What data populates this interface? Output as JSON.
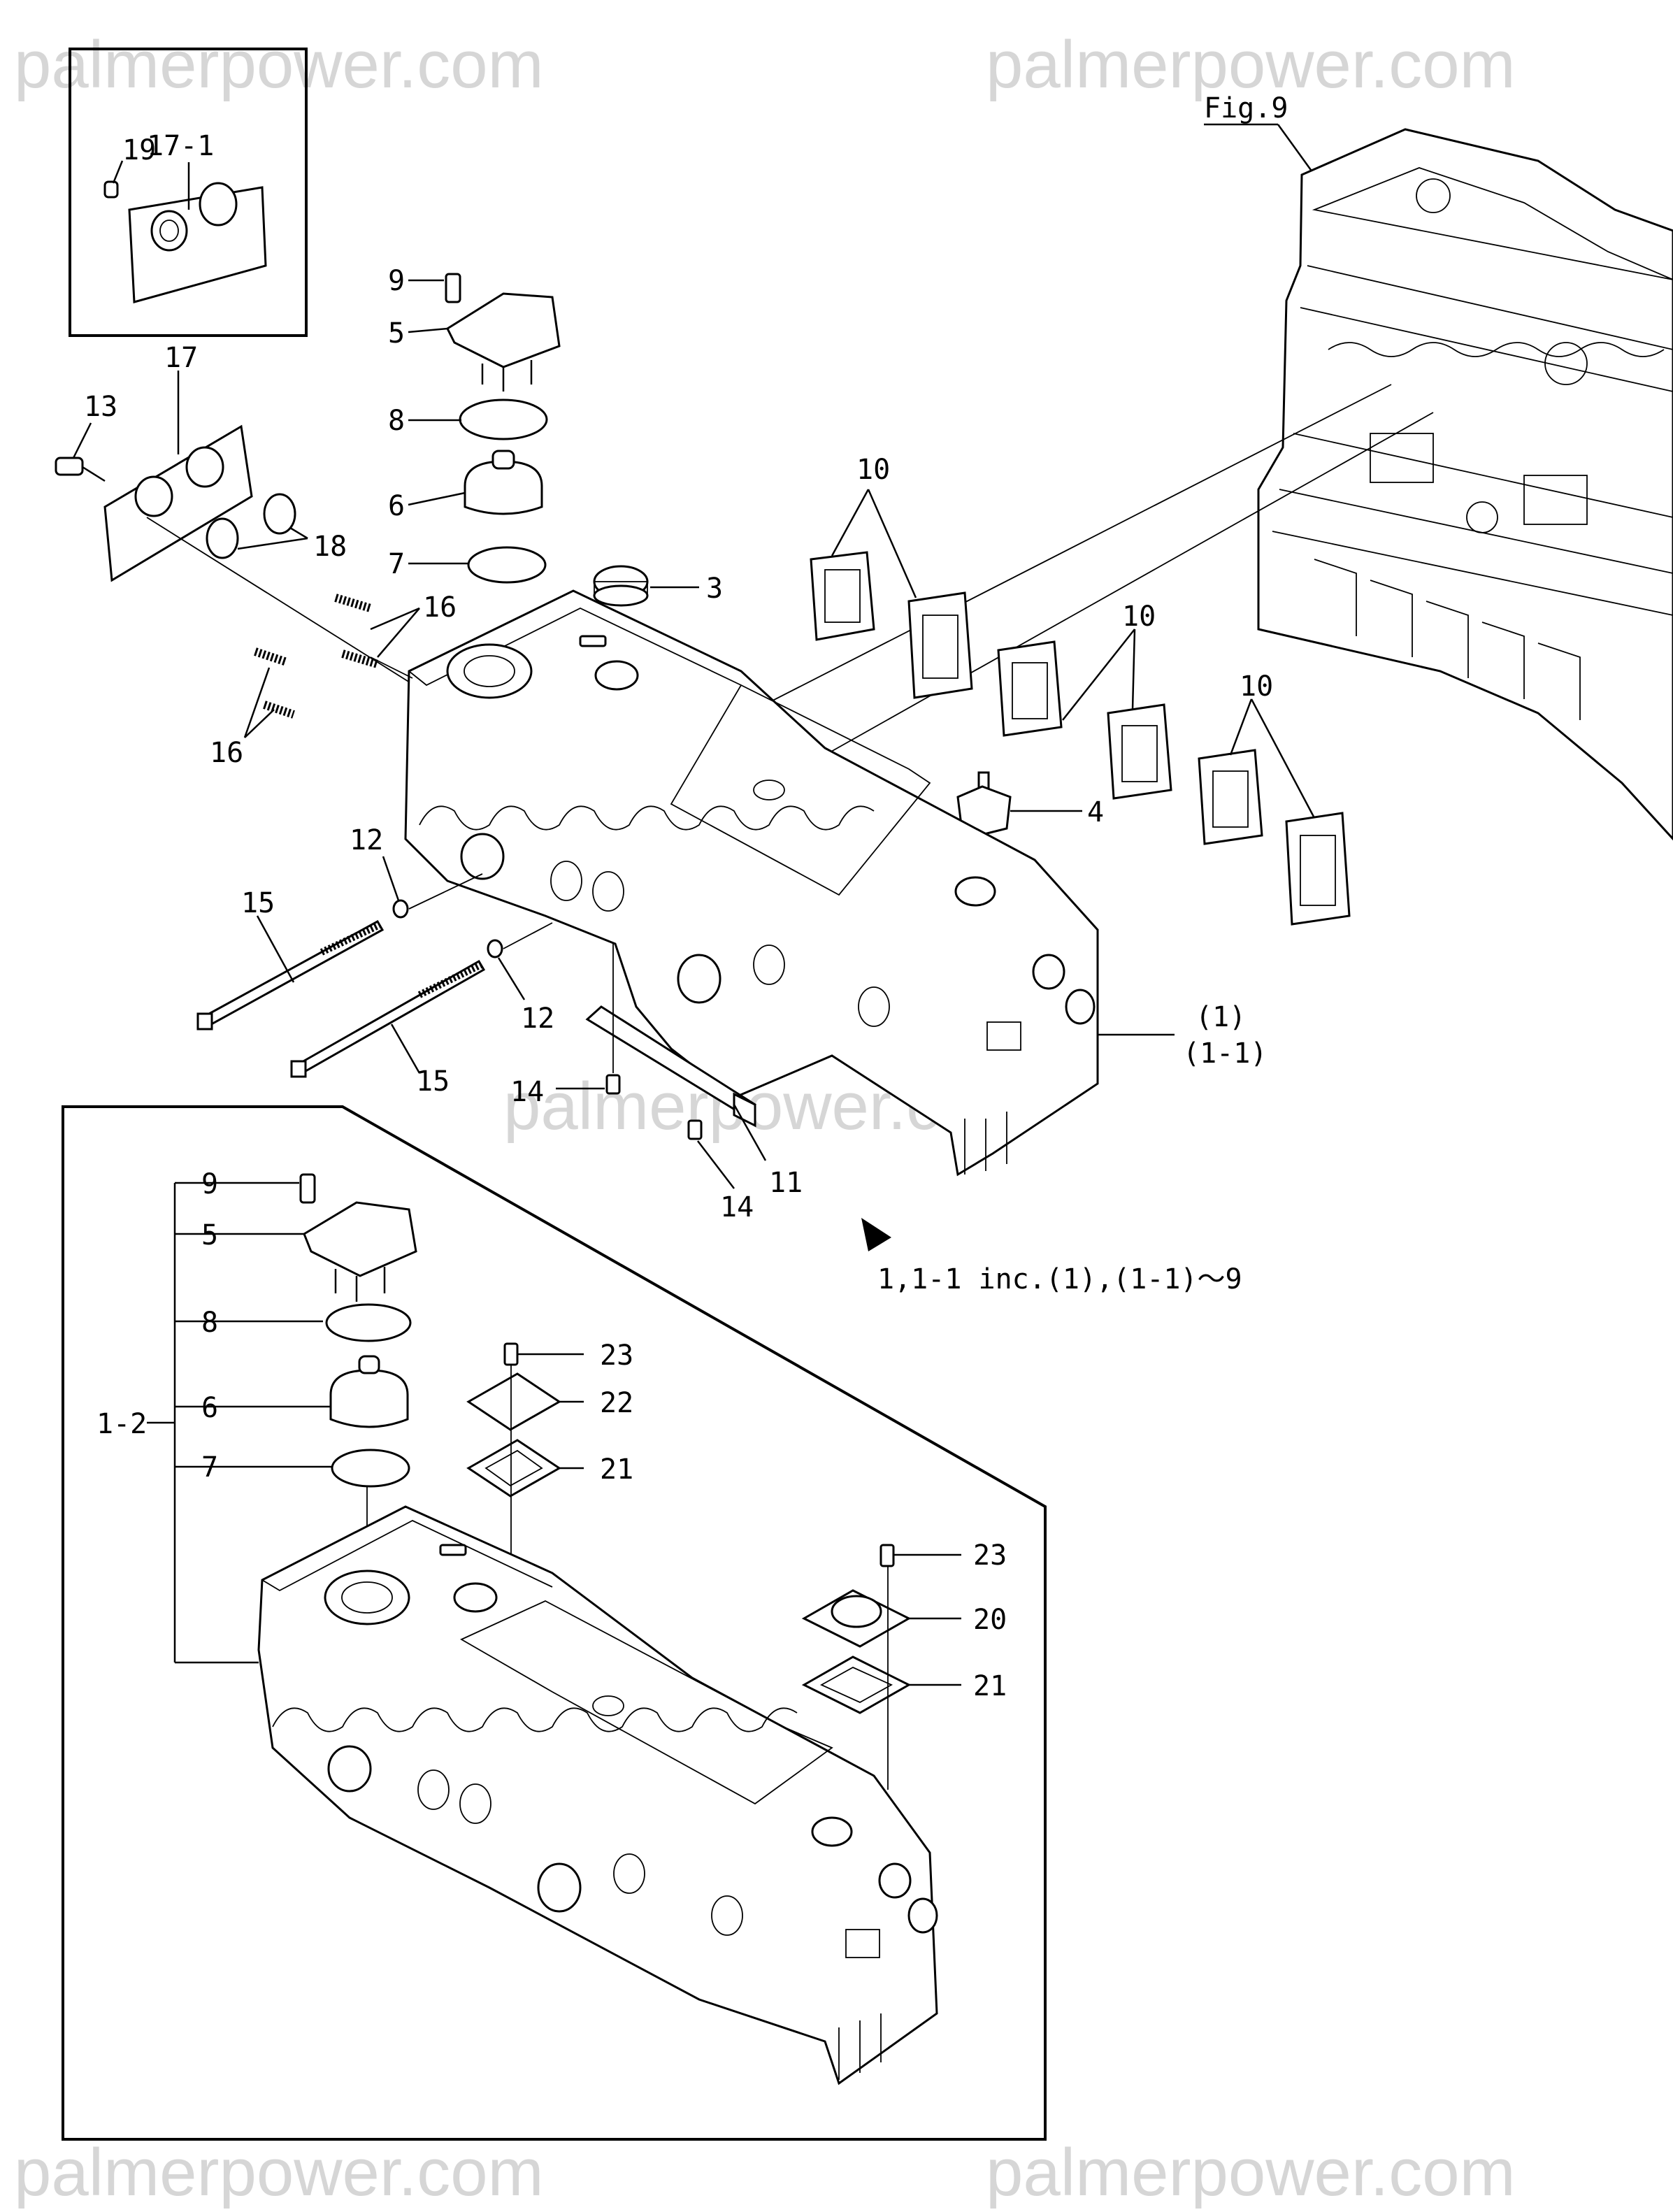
{
  "watermark": "palmerpower.com",
  "figure_ref": "Fig.9",
  "note_text": "1,1-1  inc.(1),(1-1)～9",
  "callouts": {
    "c17_1": "17-1",
    "c19": "19",
    "c17": "17",
    "c13": "13",
    "c18": "18",
    "c9_top": "9",
    "c5_top": "5",
    "c8_top": "8",
    "c6_top": "6",
    "c7_top": "7",
    "c3": "3",
    "c4": "4",
    "c10_a": "10",
    "c10_b": "10",
    "c10_c": "10",
    "c16_a": "16",
    "c16_b": "16",
    "c12_a": "12",
    "c12_b": "12",
    "c15_a": "15",
    "c15_b": "15",
    "c14_a": "14",
    "c14_b": "14",
    "c11": "11",
    "c1": "(1)",
    "c1_1": "(1-1)",
    "c9_bot": "9",
    "c5_bot": "5",
    "c8_bot": "8",
    "c6_bot": "6",
    "c7_bot": "7",
    "c1_2": "1-2",
    "c23_a": "23",
    "c22": "22",
    "c21_a": "21",
    "c23_b": "23",
    "c20": "20",
    "c21_b": "21"
  }
}
